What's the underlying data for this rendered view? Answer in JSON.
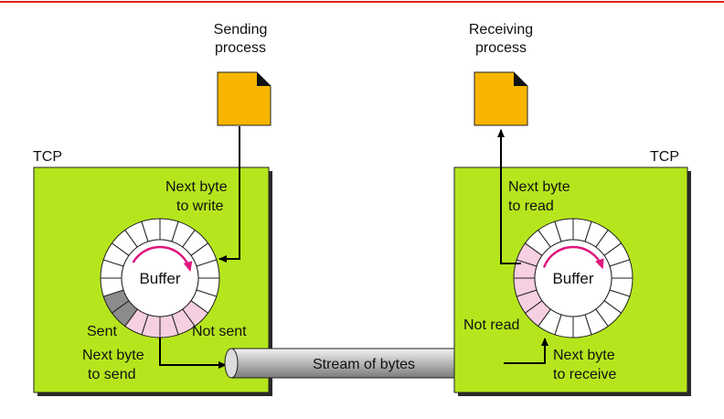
{
  "colors": {
    "top_rule": "#e02020",
    "tcp_box": "#b5e61d",
    "shadow": "#2a2a2a",
    "document": "#f7b500",
    "sent_cell": "#8c8c8c",
    "pending_cell": "#f6cfe0",
    "empty_cell": "#ffffff",
    "arrow_arc": "#e0157f",
    "pipe": "#9a9a9a"
  },
  "sender": {
    "process_label_line1": "Sending",
    "process_label_line2": "process",
    "tcp_label": "TCP",
    "next_write_line1": "Next byte",
    "next_write_line2": "to write",
    "buffer_label": "Buffer",
    "sent_label": "Sent",
    "not_sent_label": "Not sent",
    "next_send_line1": "Next byte",
    "next_send_line2": "to send"
  },
  "receiver": {
    "process_label_line1": "Receiving",
    "process_label_line2": "process",
    "tcp_label": "TCP",
    "next_read_line1": "Next byte",
    "next_read_line2": "to read",
    "buffer_label": "Buffer",
    "not_read_label": "Not read",
    "next_receive_line1": "Next byte",
    "next_receive_line2": "to receive"
  },
  "stream_label": "Stream of bytes",
  "icons": {
    "sending_process": "document-icon",
    "receiving_process": "document-icon"
  }
}
